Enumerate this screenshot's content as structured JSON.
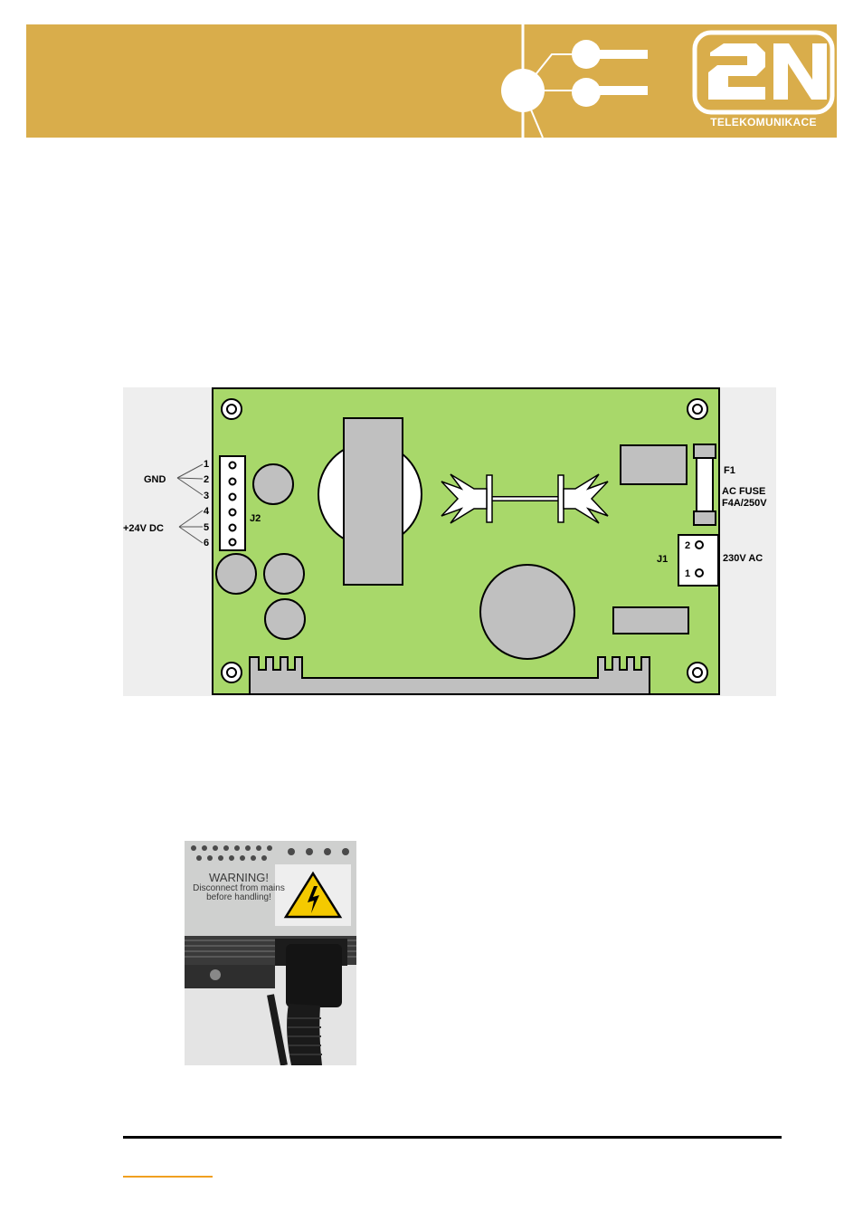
{
  "header": {
    "logo": "2N",
    "logo_subtitle": "TELEKOMUNIKACE",
    "colors": {
      "band": "#d9ad4b",
      "accent_orange": "#f0a020"
    }
  },
  "pcb_diagram": {
    "labels": {
      "gnd": "GND",
      "dc": "+24V DC",
      "j2": "J2",
      "pins": [
        "1",
        "2",
        "3",
        "4",
        "5",
        "6"
      ],
      "f1": "F1",
      "ac_fuse": "AC FUSE",
      "fuse_rating": "F4A/250V",
      "j1": "J1",
      "j1_pin2": "2",
      "j1_pin1": "1",
      "ac_voltage": "230V AC"
    },
    "colors": {
      "board": "#a8d86a",
      "component": "#c0c0c0"
    }
  },
  "photo": {
    "warning_title": "WARNING!",
    "warning_body": "Disconnect from mains before handling!"
  }
}
